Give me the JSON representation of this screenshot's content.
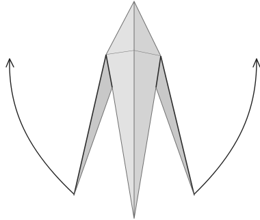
{
  "diagram": {
    "kind": "origami-fold-step",
    "colors": {
      "paper_light": "#e2e2e2",
      "paper_mid": "#d3d3d3",
      "paper_dark": "#c8c8c8",
      "crease": "#6f6f6f",
      "outline": "#2b2b2b",
      "arrow": "#222222"
    },
    "arrows": [
      {
        "name": "left-fold-arrow",
        "direction": "up-left"
      },
      {
        "name": "right-fold-arrow",
        "direction": "up-right"
      }
    ]
  }
}
